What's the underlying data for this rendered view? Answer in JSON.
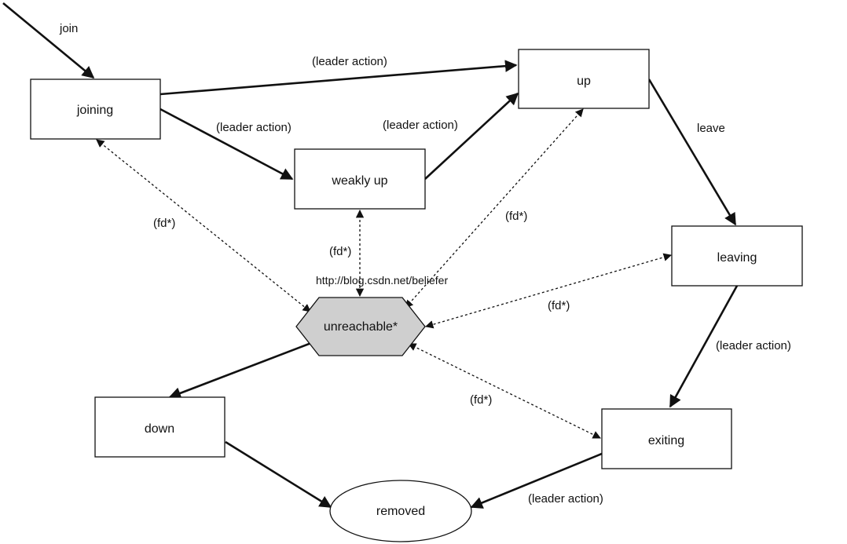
{
  "states": {
    "joining": "joining",
    "up": "up",
    "weakly_up": "weakly up",
    "leaving": "leaving",
    "unreachable": "unreachable*",
    "exiting": "exiting",
    "down": "down",
    "removed": "removed"
  },
  "transitions": {
    "join": "join",
    "joining_to_up": "(leader action)",
    "joining_to_weakly_up": "(leader action)",
    "weakly_up_to_up": "(leader action)",
    "up_to_leaving": "leave",
    "leaving_to_exiting": "(leader action)",
    "exiting_to_removed": "(leader action)"
  },
  "failure_detector": {
    "joining": "(fd*)",
    "weakly_up": "(fd*)",
    "up": "(fd*)",
    "leaving": "(fd*)",
    "exiting": "(fd*)"
  },
  "watermark": "http://blog.csdn.net/beliefer"
}
